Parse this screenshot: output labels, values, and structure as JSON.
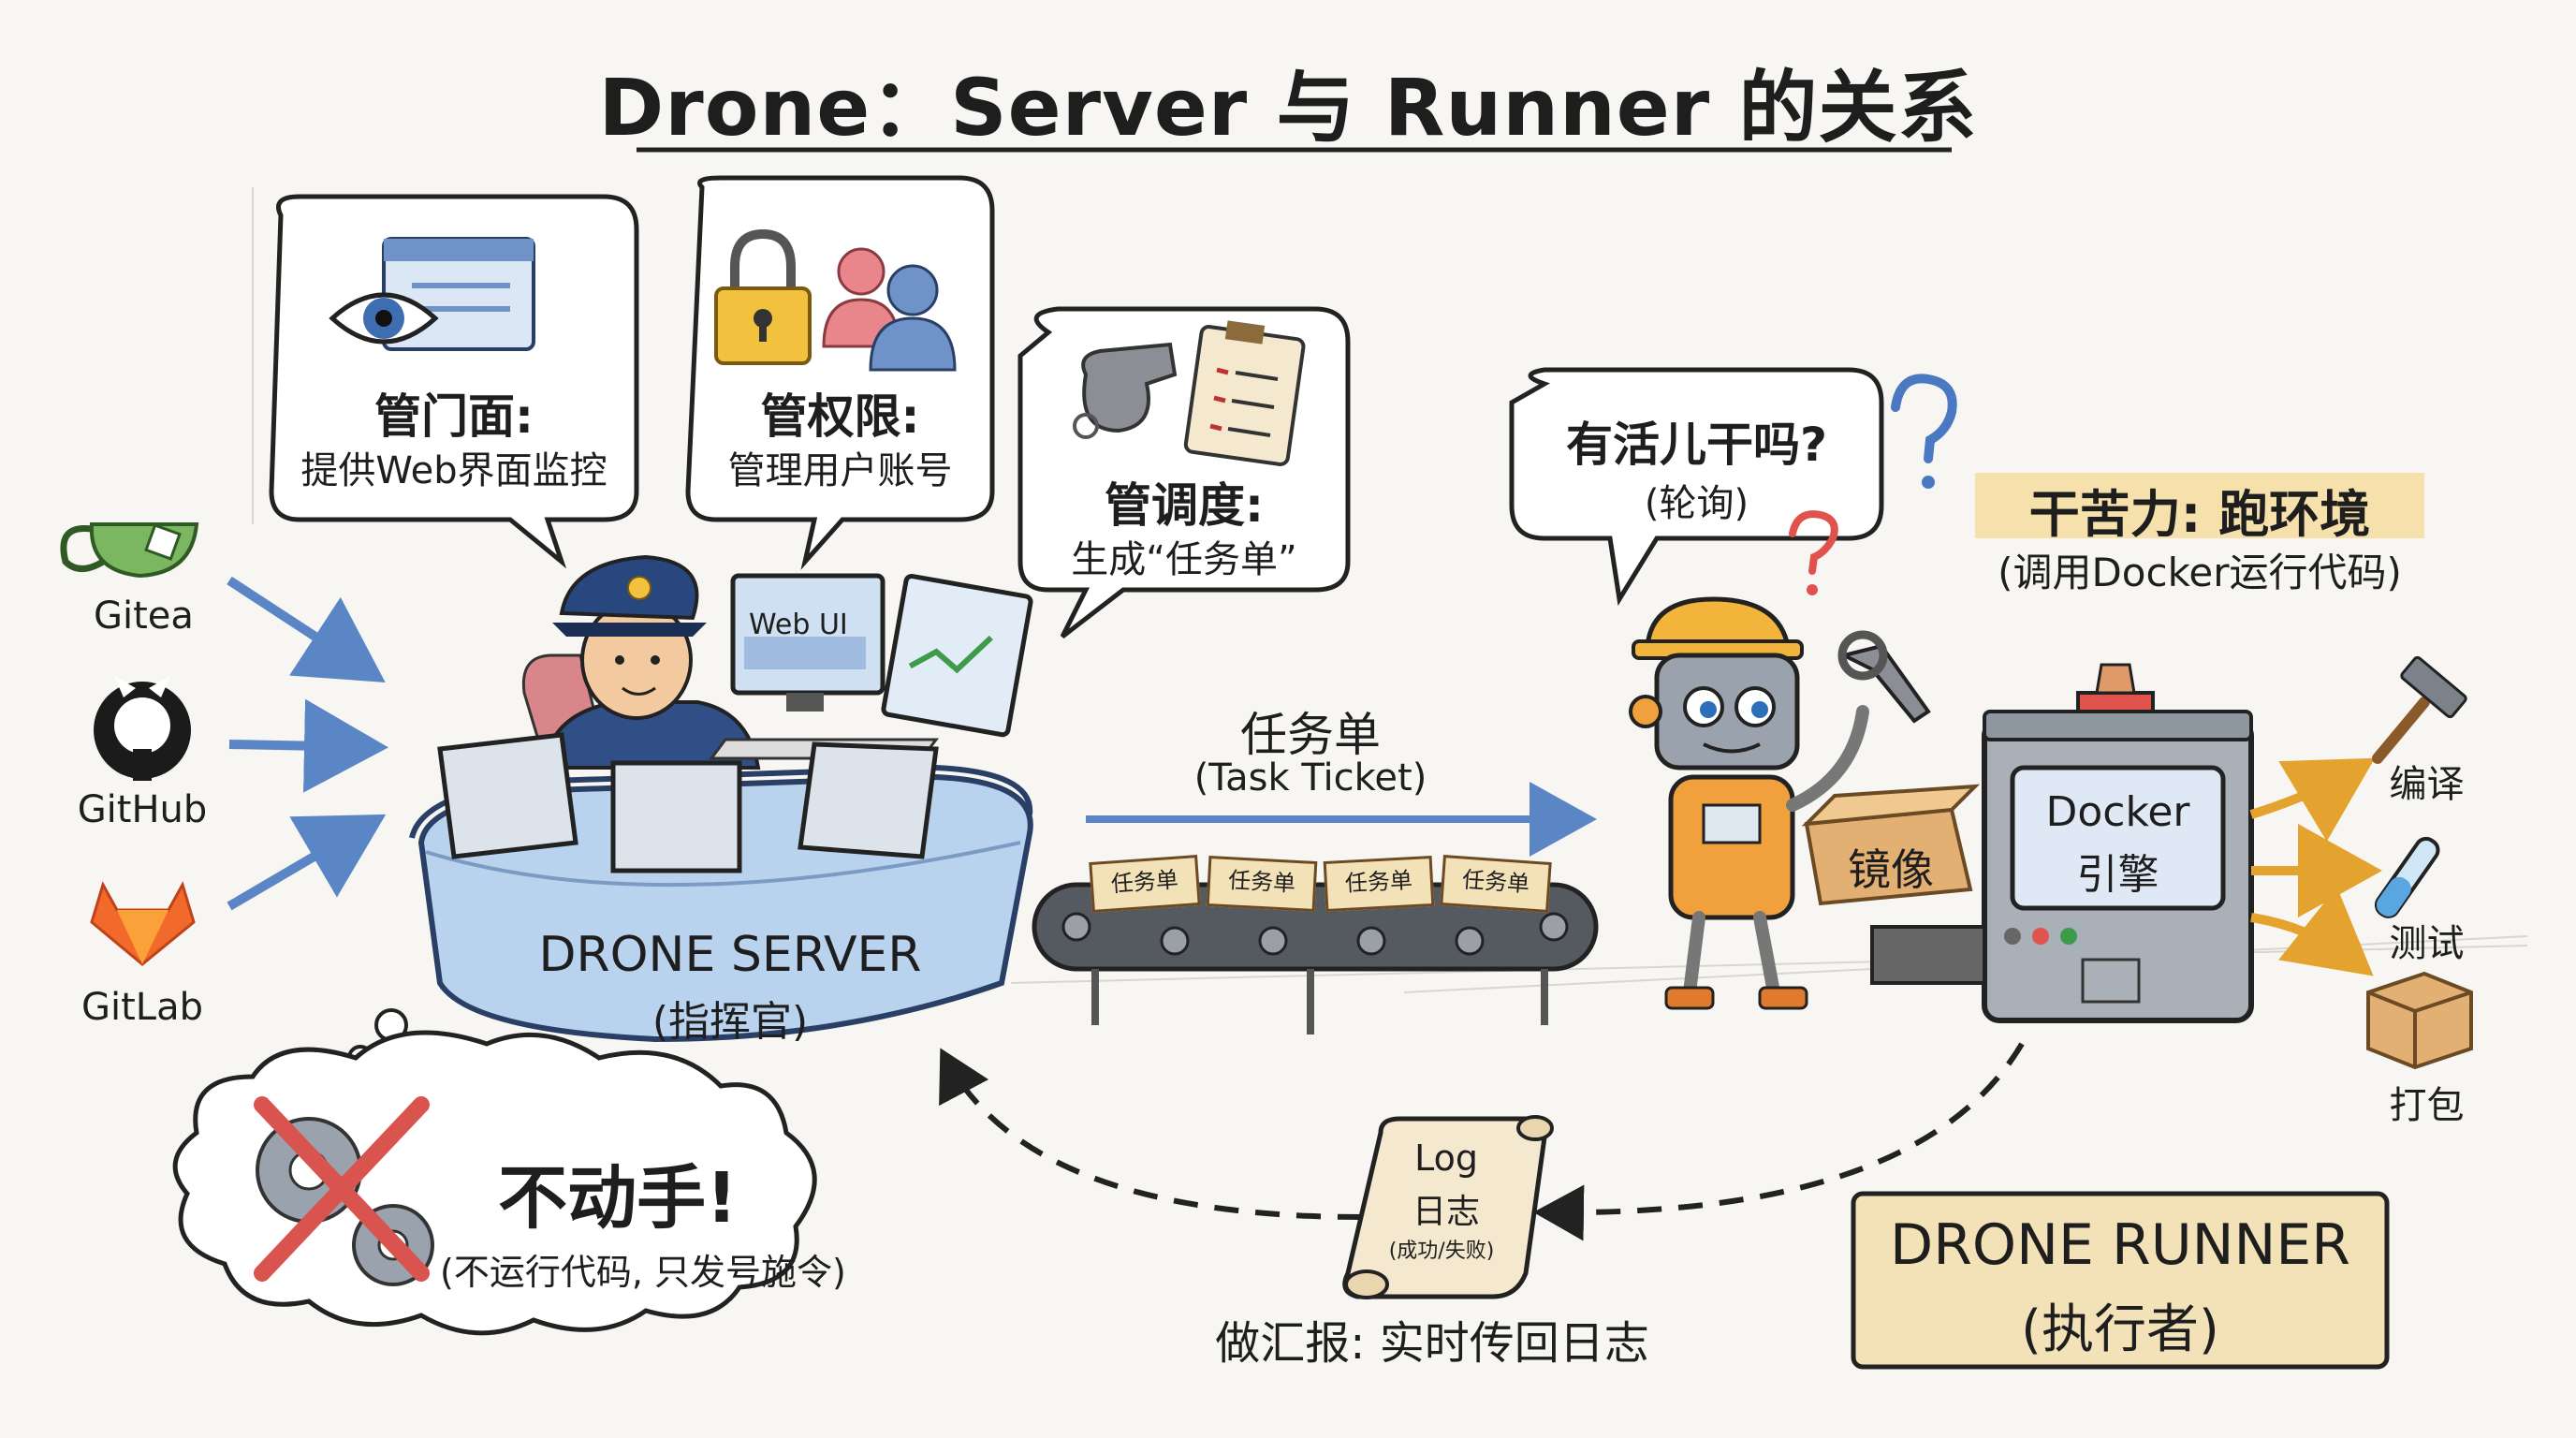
{
  "title": "Drone：Server 与 Runner 的关系",
  "sources": [
    {
      "name": "Gitea",
      "icon": "gitea-icon"
    },
    {
      "name": "GitHub",
      "icon": "github-icon"
    },
    {
      "name": "GitLab",
      "icon": "gitlab-icon"
    }
  ],
  "server_roles": [
    {
      "title": "管门面:",
      "desc": "提供Web界面监控",
      "icon": "eye-window-icon"
    },
    {
      "title": "管权限:",
      "desc": "管理用户账号",
      "icon": "lock-users-icon"
    },
    {
      "title": "管调度:",
      "desc": "生成“任务单”",
      "icon": "whistle-clipboard-icon"
    }
  ],
  "server": {
    "name": "DRONE SERVER",
    "role": "(指挥官)",
    "screen_label": "Web UI",
    "no_hands": "不动手!",
    "no_hands_desc": "(不运行代码, 只发号施令)"
  },
  "conveyor": {
    "label": "任务单",
    "label_en": "(Task Ticket)",
    "ticket_text": "任务单"
  },
  "runner": {
    "question": "有活儿干吗?",
    "question_sub": "(轮询)",
    "work_title": "干苦力: 跑环境",
    "work_desc": "(调用Docker运行代码)",
    "box_label": "镜像",
    "engine_label_1": "Docker",
    "engine_label_2": "引擎",
    "name": "DRONE RUNNER",
    "role": "(执行者)"
  },
  "outputs": [
    {
      "name": "编译",
      "icon": "hammer-icon"
    },
    {
      "name": "测试",
      "icon": "test-tube-icon"
    },
    {
      "name": "打包",
      "icon": "package-icon"
    }
  ],
  "log": {
    "scroll_title": "Log",
    "scroll_sub": "日志",
    "scroll_status": "(成功/失败)",
    "report": "做汇报: 实时传回日志"
  },
  "colors": {
    "accent_blue": "#5b86c5",
    "desk_blue": "#b9d3ee",
    "robot_orange": "#f0a03c",
    "label_tan": "#f3e1b8",
    "highlight_yellow": "#f6dca0",
    "cross_red": "#d9534f"
  }
}
